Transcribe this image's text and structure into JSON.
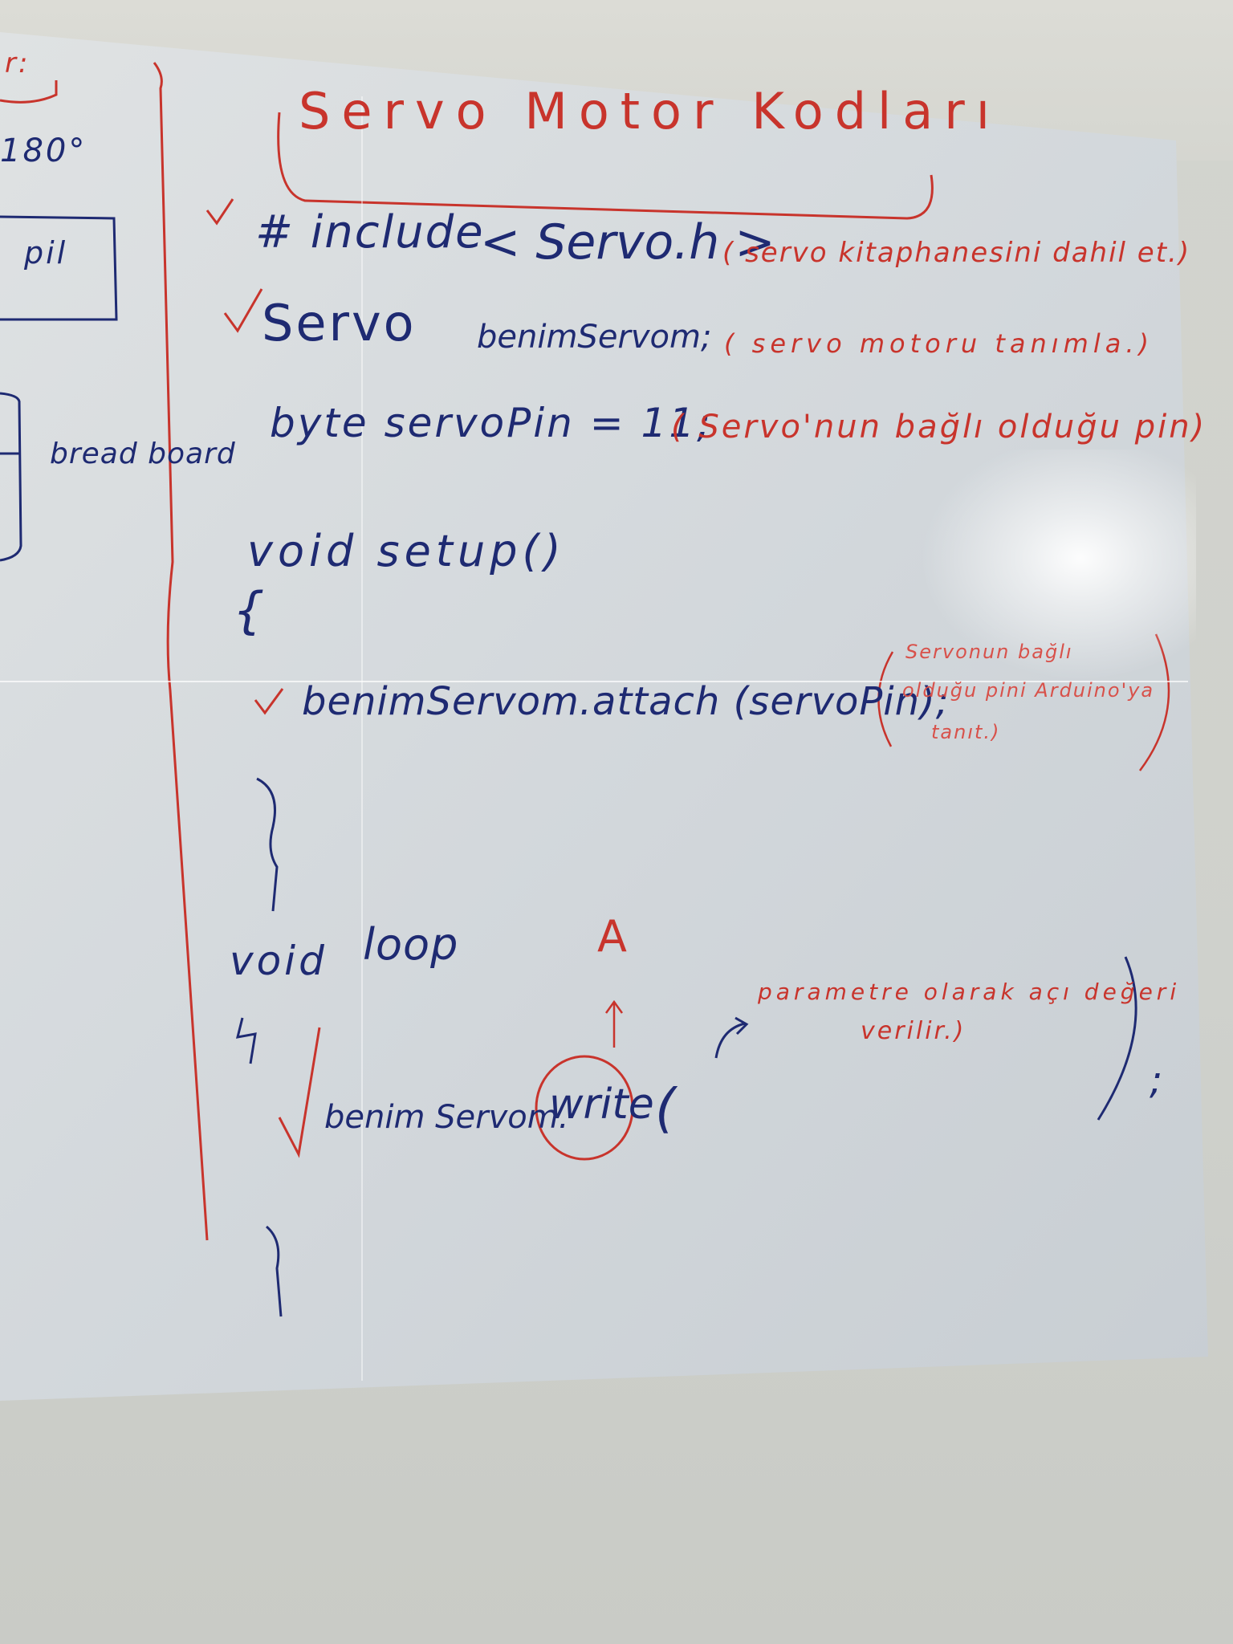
{
  "left_panel": {
    "fragment_top": "r:",
    "angle": "180°",
    "battery_label": "pil",
    "breadboard_label": "bread board"
  },
  "title": "Servo Motor Kodları",
  "code": {
    "line1": "# include",
    "line1b": "< Servo.h >",
    "line1_comment": "( servo kitaphanesini dahil et.)",
    "line2a": "Servo",
    "line2b": "benimServom;",
    "line2_comment": "( servo motoru tanımla.)",
    "line3": "byte servoPin = 11;",
    "line3_comment": "( Servo'nun bağlı olduğu pin)",
    "setup_sig": "void setup()",
    "open_brace": "{",
    "attach": "benimServom.attach (servoPin);",
    "attach_comment_1": "Servonun bağlı",
    "attach_comment_2": "olduğu pini Arduino'ya",
    "attach_comment_3": "tanıt.)",
    "close_brace": "}",
    "loop_sig_a": "void",
    "loop_sig_b": "loop",
    "loop_open": "{",
    "write_a": "benim Servom.",
    "write_b": "write",
    "write_c": "(",
    "write_comment_1": "parametre olarak açı değeri",
    "write_comment_2": "verilir.)",
    "write_end": ";",
    "loop_close": "}",
    "star_mark": "A"
  },
  "colors": {
    "marker_blue": "#1e2a72",
    "marker_red": "#c8342c",
    "board": "#d2d6da"
  }
}
